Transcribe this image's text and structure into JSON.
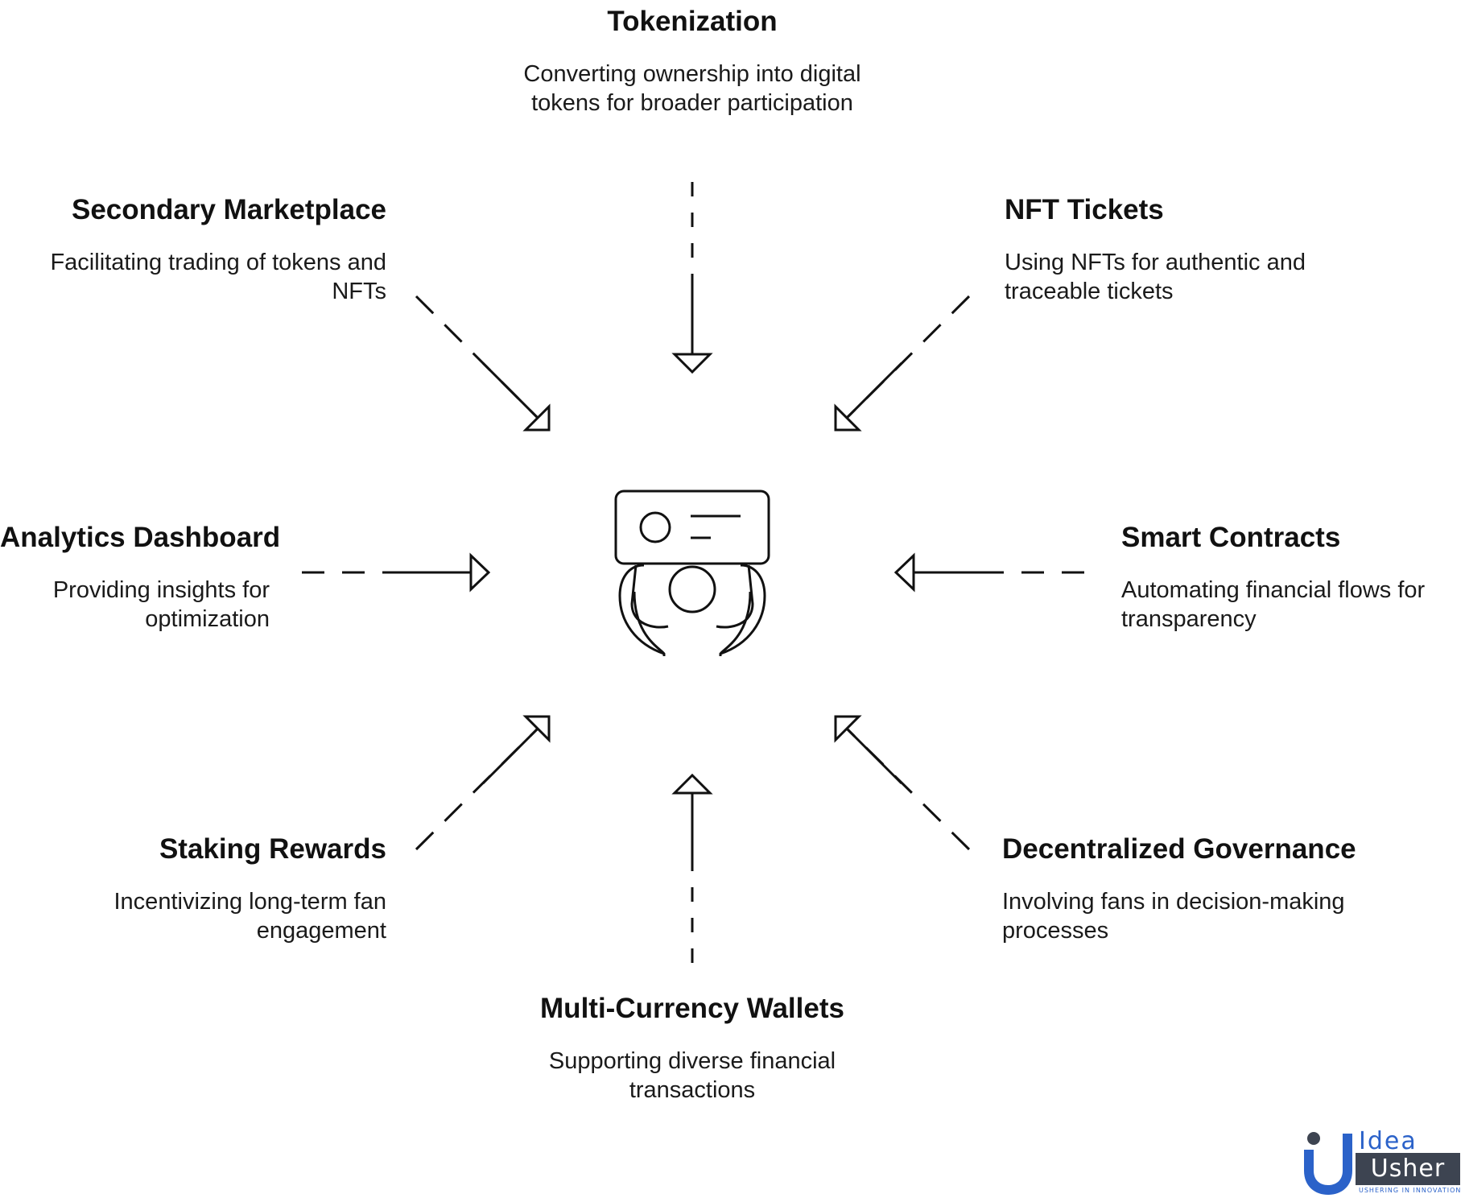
{
  "nodes": {
    "tokenization": {
      "title": "Tokenization",
      "description": "Converting ownership into digital tokens for broader participation"
    },
    "secondary_marketplace": {
      "title": "Secondary Marketplace",
      "description": "Facilitating trading of tokens and NFTs"
    },
    "nft_tickets": {
      "title": "NFT Tickets",
      "description": "Using NFTs for authentic and traceable tickets"
    },
    "analytics_dashboard": {
      "title": "Analytics Dashboard",
      "description": "Providing insights for optimization"
    },
    "smart_contracts": {
      "title": "Smart Contracts",
      "description": "Automating financial flows for transparency"
    },
    "staking_rewards": {
      "title": "Staking Rewards",
      "description": "Incentivizing long-term fan engagement"
    },
    "decentralized_governance": {
      "title": "Decentralized Governance",
      "description": "Involving fans in decision-making processes"
    },
    "multi_currency_wallets": {
      "title": "Multi-Currency Wallets",
      "description": "Supporting diverse financial transactions"
    }
  },
  "center_icon": "person-holding-id-card-icon",
  "logo": {
    "line1": "Idea",
    "line2": "Usher",
    "tagline": "USHERING IN INNOVATION",
    "primary_color": "#2b62c9",
    "secondary_color": "#3d4451"
  },
  "colors": {
    "stroke": "#111111",
    "text": "#111111",
    "background": "#ffffff"
  }
}
